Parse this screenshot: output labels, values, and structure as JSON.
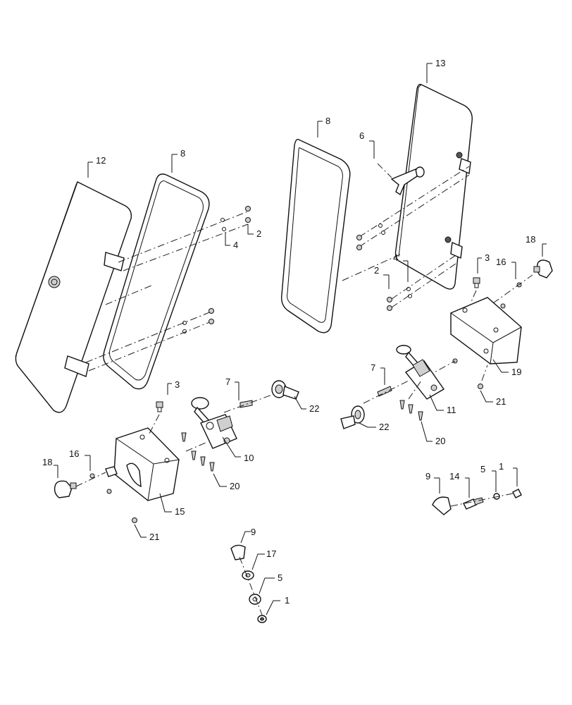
{
  "diagram": {
    "callouts": {
      "c12": "12",
      "c8_left": "8",
      "c2_left": "2",
      "c4_left": "4",
      "c3_left": "3",
      "c7_left": "7",
      "c22_left": "22",
      "c10": "10",
      "c20_left": "20",
      "c18_left": "18",
      "c16_left": "16",
      "c15": "15",
      "c21_left": "21",
      "c13": "13",
      "c8_right": "8",
      "c6": "6",
      "c2_right": "2",
      "c4_right": "4",
      "c18_right": "18",
      "c3_right": "3",
      "c16_right": "16",
      "c19": "19",
      "c21_right": "21",
      "c7_right": "7",
      "c11": "11",
      "c22_right": "22",
      "c20_right": "20",
      "c9_right": "9",
      "c14": "14",
      "c5_right": "5",
      "c1_right": "1",
      "c9_bottom": "9",
      "c17": "17",
      "c5_bottom": "5",
      "c1_bottom": "1"
    }
  }
}
